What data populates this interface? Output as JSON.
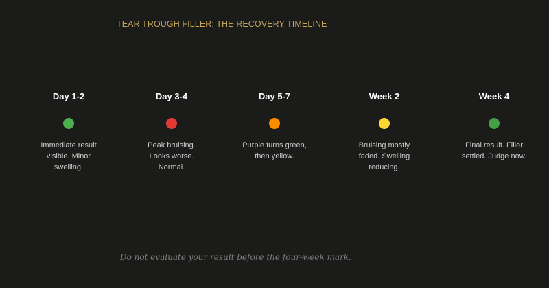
{
  "title": "TEAR TROUGH FILLER: THE RECOVERY TIMELINE",
  "stages": [
    {
      "label": "Day 1-2",
      "description": "Immediate result visible. Minor swelling.",
      "color": "#4caf50"
    },
    {
      "label": "Day 3-4",
      "description": "Peak bruising. Looks worse. Normal.",
      "color": "#e53935"
    },
    {
      "label": "Day 5-7",
      "description": "Purple turns green, then yellow.",
      "color": "#fb8c00"
    },
    {
      "label": "Week 2",
      "description": "Bruising mostly faded. Swelling reducing.",
      "color": "#fdd835"
    },
    {
      "label": "Week 4",
      "description": "Final result. Filler settled. Judge now.",
      "color": "#43a047"
    }
  ],
  "line_color": "#7a7230",
  "footnote": "Do not evaluate your result before the four-week mark."
}
